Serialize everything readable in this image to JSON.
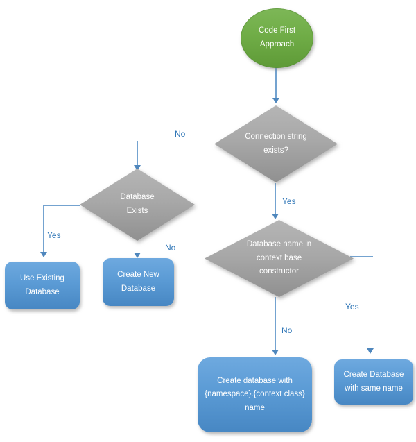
{
  "diagram": {
    "nodes": {
      "start": {
        "label": "Code First Approach",
        "shape": "ellipse"
      },
      "connection_string": {
        "label": "Connection string exists?",
        "shape": "decision"
      },
      "database_exists": {
        "label": "Database Exists",
        "shape": "decision"
      },
      "database_name": {
        "label": "Database name in context base constructor",
        "shape": "decision"
      },
      "use_existing": {
        "label": "Use Existing Database",
        "shape": "process"
      },
      "create_new": {
        "label": "Create New Database",
        "shape": "process"
      },
      "create_namespace": {
        "label": "Create database with {namespace}.{context class} name",
        "shape": "process"
      },
      "create_same_name": {
        "label": "Create Database with same name",
        "shape": "process"
      }
    },
    "edge_labels": {
      "connection_no": "No",
      "connection_yes": "Yes",
      "exists_yes": "Yes",
      "exists_no": "No",
      "name_no": "No",
      "name_yes": "Yes"
    },
    "colors": {
      "start_fill": "#70ad47",
      "decision_fill": "#a6a6a6",
      "process_fill": "#5b9bd5",
      "connector": "#74a3d0",
      "edge_label_text": "#2e75b6",
      "node_text": "#ffffff"
    }
  }
}
